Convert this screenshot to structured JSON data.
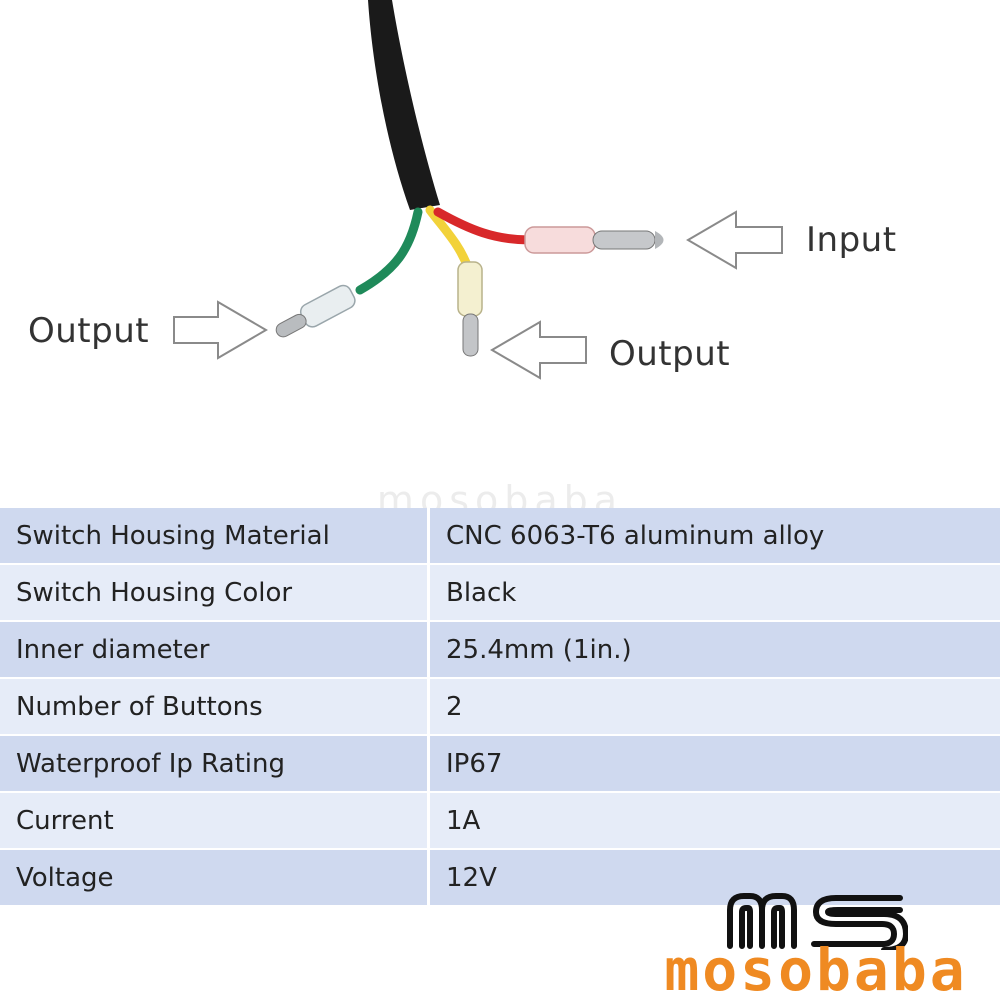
{
  "callouts": {
    "input": "Input",
    "output_left": "Output",
    "output_right": "Output"
  },
  "watermark": "mosobaba",
  "specs": [
    {
      "key": "Switch Housing Material",
      "value": "CNC 6063-T6 aluminum alloy"
    },
    {
      "key": "Switch Housing Color",
      "value": "Black"
    },
    {
      "key": "Inner diameter",
      "value": "25.4mm (1in.)"
    },
    {
      "key": "Number of Buttons",
      "value": "2"
    },
    {
      "key": "Waterproof Ip Rating",
      "value": "IP67"
    },
    {
      "key": "Current",
      "value": "1A"
    },
    {
      "key": "Voltage",
      "value": "12V"
    }
  ],
  "logo": {
    "mark": "MS",
    "word": "mosobaba",
    "mark_color": "#111111",
    "word_color": "#ef8a22"
  },
  "colors": {
    "row_odd": "#cfd9ef",
    "row_even": "#e6ecf8",
    "wire_green": "#1f8a5a",
    "wire_yellow": "#f2d23a",
    "wire_red": "#d8282a",
    "cable_black": "#1a1a1a"
  }
}
